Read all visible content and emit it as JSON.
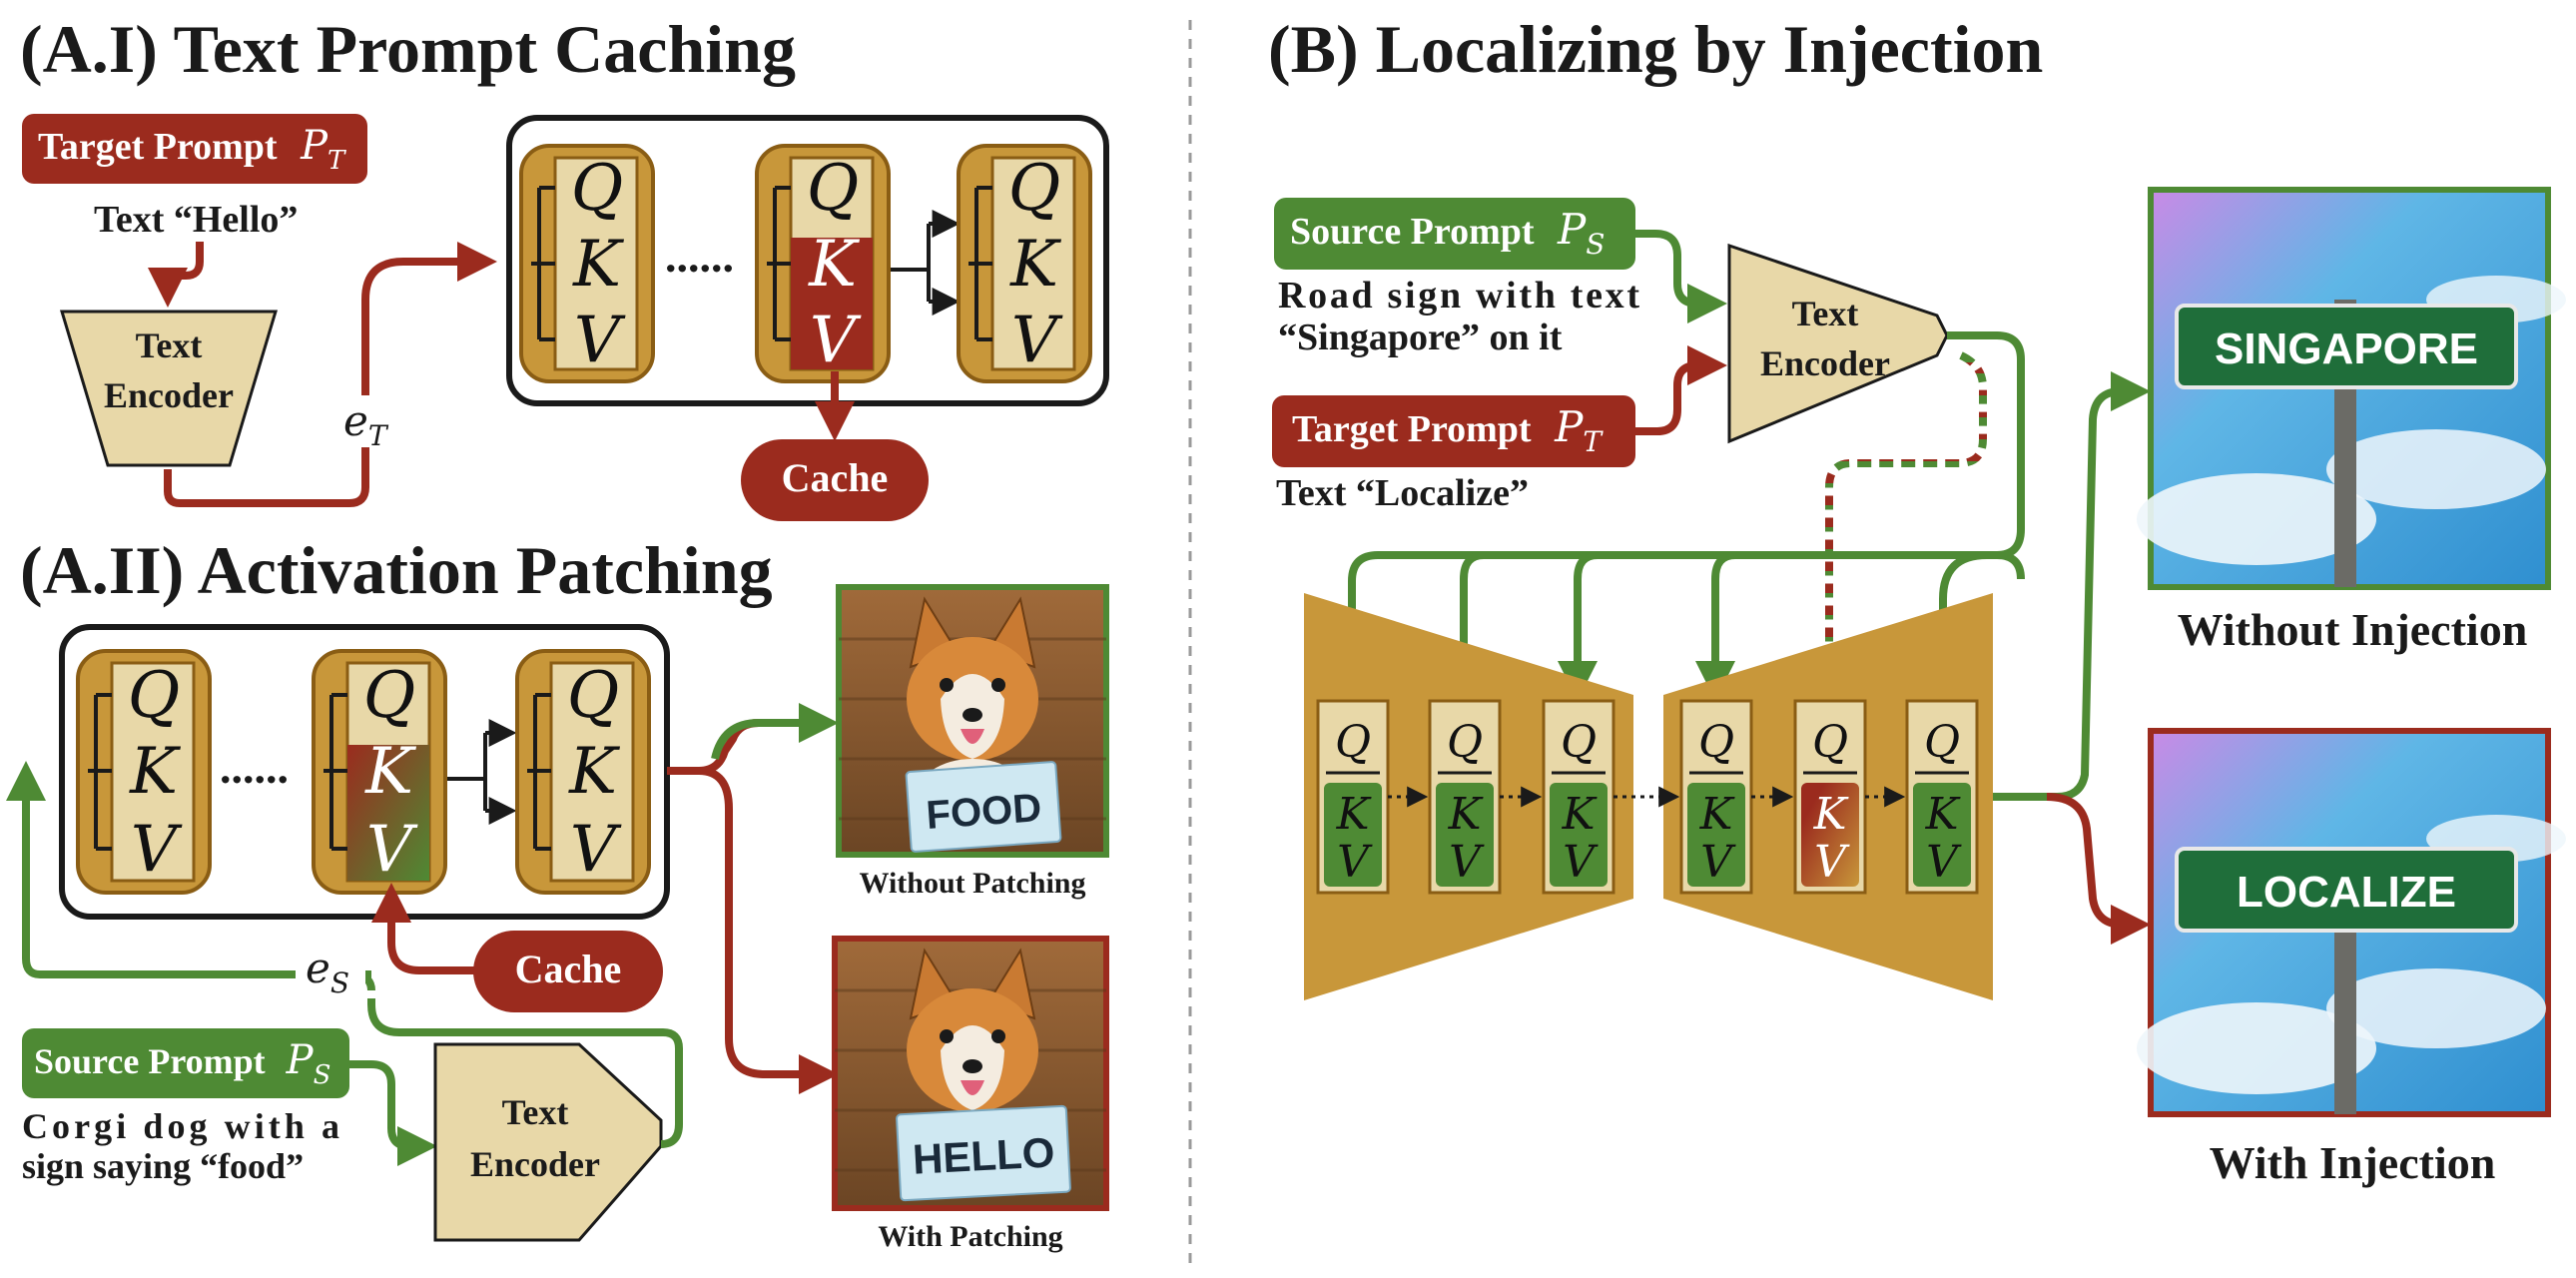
{
  "panels": {
    "a1": {
      "title": "(A.I) Text Prompt Caching",
      "target_prompt_label": "Target Prompt",
      "target_prompt_symbol": "P",
      "target_prompt_sub": "T",
      "prompt_text": "Text “Hello”",
      "encoder_line1": "Text",
      "encoder_line2": "Encoder",
      "embedding_symbol": "e",
      "embedding_sub": "T",
      "ellipsis": "......",
      "cache_label": "Cache"
    },
    "a2": {
      "title": "(A.II) Activation Patching",
      "source_prompt_label": "Source Prompt",
      "source_prompt_symbol": "P",
      "source_prompt_sub": "S",
      "prompt_text_line1": "Corgi dog with a",
      "prompt_text_line2": "sign saying “food”",
      "encoder_line1": "Text",
      "encoder_line2": "Encoder",
      "embedding_symbol": "e",
      "embedding_sub": "S",
      "ellipsis": "......",
      "cache_label": "Cache",
      "out_top_sign": "FOOD",
      "out_top_caption": "Without Patching",
      "out_bottom_sign": "HELLO",
      "out_bottom_caption": "With Patching"
    },
    "b": {
      "title": "(B) Localizing by Injection",
      "source_prompt_label": "Source Prompt",
      "source_prompt_symbol": "P",
      "source_prompt_sub": "S",
      "source_text_line1": "Road sign with text",
      "source_text_line2": "“Singapore” on it",
      "target_prompt_label": "Target Prompt",
      "target_prompt_symbol": "P",
      "target_prompt_sub": "T",
      "target_text": "Text “Localize”",
      "encoder_line1": "Text",
      "encoder_line2": "Encoder",
      "out_top_sign": "SINGAPORE",
      "out_top_caption": "Without Injection",
      "out_bottom_sign": "LOCALIZE",
      "out_bottom_caption": "With Injection"
    }
  },
  "attention": {
    "q": "Q",
    "k": "K",
    "v": "V"
  },
  "colors": {
    "red": "#9b2b1e",
    "green": "#4e8a34",
    "gold": "#c8973a",
    "beige": "#e8d8a8",
    "dark": "#1a1a1a"
  }
}
